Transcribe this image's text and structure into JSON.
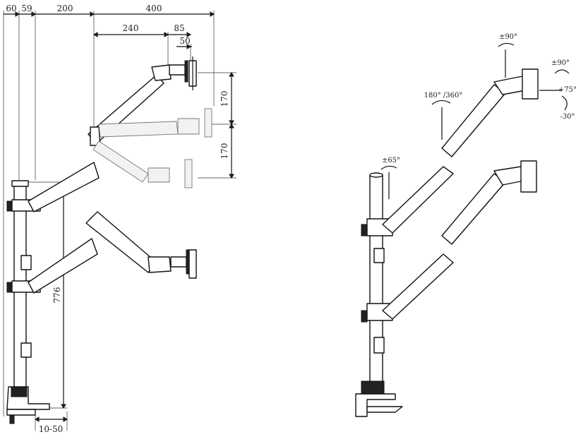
{
  "dimensions": {
    "pole_offset": "60",
    "pole_width": "59",
    "lower_arm": "200",
    "total_reach": "400",
    "upper_arm": "240",
    "head_depth": "85",
    "plate_depth": "50",
    "vertical_up": "170",
    "vertical_down": "170",
    "pole_height": "776",
    "clamp_range": "10-50"
  },
  "angles": {
    "tilt_head": "±90°",
    "swivel": "180° /360°",
    "rotation": "±90°",
    "tilt": "+75°",
    "tilt_down": "-30°",
    "base_rotation": "±65°"
  },
  "colors": {
    "line": "#111111",
    "ghost_fill": "#f2f2f2",
    "background": "#ffffff"
  }
}
